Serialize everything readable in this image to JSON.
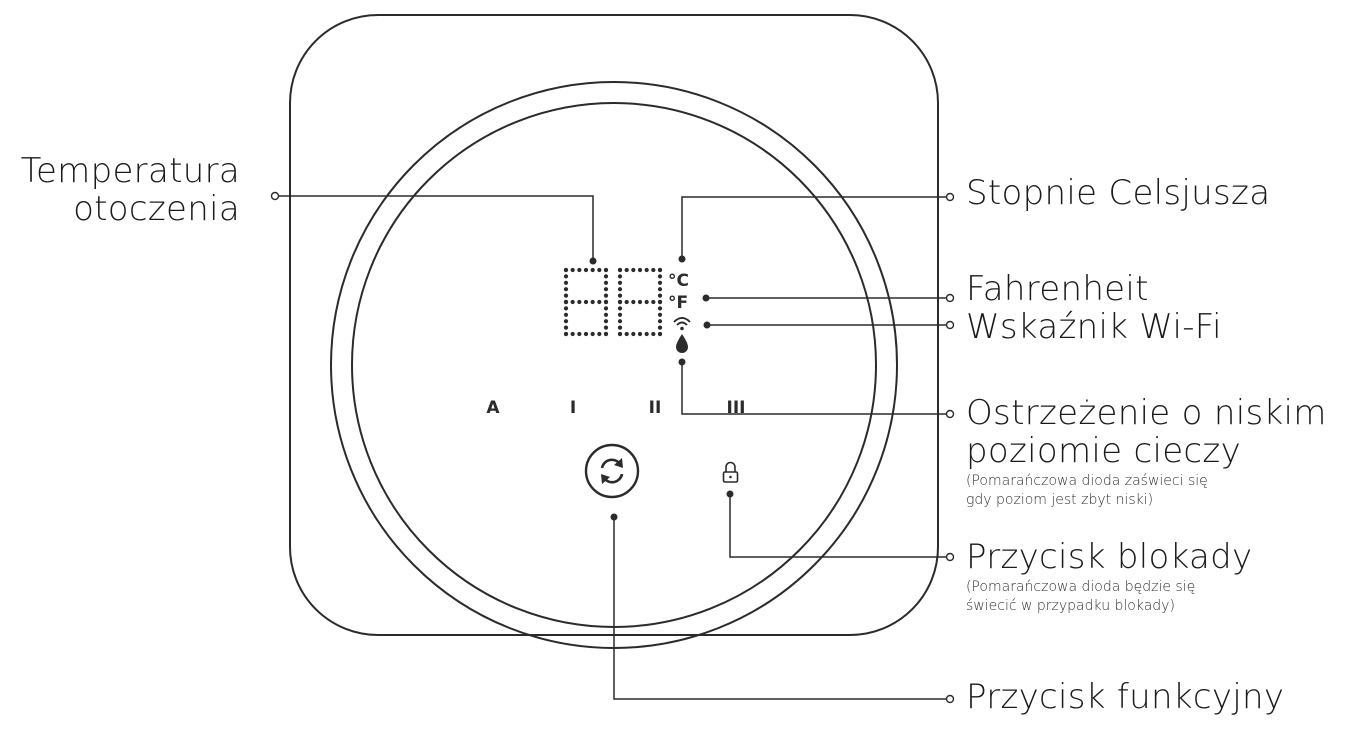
{
  "labels": {
    "ambient_temperature": [
      "Temperatura",
      "otoczenia"
    ],
    "celsius": "Stopnie Celsjusza",
    "fahrenheit": "Fahrenheit",
    "wifi": "Wskaźnik Wi-Fi",
    "low_liquid_warning": [
      "Ostrzeżenie o niskim",
      "poziomie cieczy"
    ],
    "low_liquid_note": [
      "(Pomarańczowa dioda zaświeci się",
      "gdy poziom jest zbyt niski)"
    ],
    "lock_button": "Przycisk blokady",
    "lock_note": [
      "(Pomarańczowa dioda będzie się",
      "świecić w przypadku blokady)"
    ],
    "function_button": "Przycisk funkcyjny"
  },
  "device": {
    "display_digits": "88",
    "unit_celsius": "°C",
    "unit_fahrenheit": "°F",
    "modes": [
      "A",
      "I",
      "II",
      "III"
    ],
    "icons": [
      "wifi-icon",
      "water-drop-icon",
      "refresh-icon",
      "lock-icon"
    ]
  },
  "colors": {
    "line": "#2b2b2b",
    "background": "#ffffff"
  }
}
